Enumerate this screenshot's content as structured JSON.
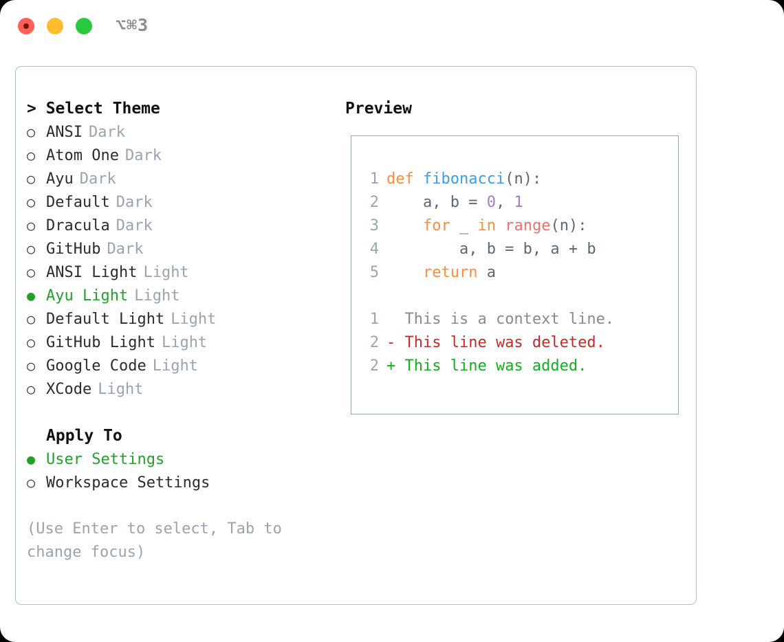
{
  "titlebar": {
    "shortcut": "⌥⌘3",
    "lights": [
      {
        "name": "close",
        "color": "#ff6057"
      },
      {
        "name": "minimize",
        "color": "#ffbd2e"
      },
      {
        "name": "maximize",
        "color": "#28c840"
      }
    ]
  },
  "theme_picker": {
    "header": "> Select Theme",
    "options": [
      {
        "bullet": "○",
        "label": "ANSI",
        "variant": "Dark",
        "selected": false
      },
      {
        "bullet": "○",
        "label": "Atom One",
        "variant": "Dark",
        "selected": false
      },
      {
        "bullet": "○",
        "label": "Ayu",
        "variant": "Dark",
        "selected": false
      },
      {
        "bullet": "○",
        "label": "Default",
        "variant": "Dark",
        "selected": false
      },
      {
        "bullet": "○",
        "label": "Dracula",
        "variant": "Dark",
        "selected": false
      },
      {
        "bullet": "○",
        "label": "GitHub",
        "variant": "Dark",
        "selected": false
      },
      {
        "bullet": "○",
        "label": "ANSI Light",
        "variant": "Light",
        "selected": false
      },
      {
        "bullet": "●",
        "label": "Ayu Light",
        "variant": "Light",
        "selected": true
      },
      {
        "bullet": "○",
        "label": "Default Light",
        "variant": "Light",
        "selected": false
      },
      {
        "bullet": "○",
        "label": "GitHub Light",
        "variant": "Light",
        "selected": false
      },
      {
        "bullet": "○",
        "label": "Google Code",
        "variant": "Light",
        "selected": false
      },
      {
        "bullet": "○",
        "label": "XCode",
        "variant": "Light",
        "selected": false
      }
    ]
  },
  "apply_to": {
    "header": "Apply To",
    "options": [
      {
        "bullet": "●",
        "label": "User Settings",
        "selected": true
      },
      {
        "bullet": "○",
        "label": "Workspace Settings",
        "selected": false
      }
    ]
  },
  "hint": "(Use Enter to select, Tab to change focus)",
  "preview": {
    "title": "Preview",
    "code_lines": [
      {
        "no": "1",
        "tokens": [
          {
            "t": "def ",
            "c": "tok-kw"
          },
          {
            "t": "fibonacci",
            "c": "tok-fn"
          },
          {
            "t": "(n):",
            "c": "tok-plain"
          }
        ]
      },
      {
        "no": "2",
        "tokens": [
          {
            "t": "    a, b = ",
            "c": "tok-plain"
          },
          {
            "t": "0",
            "c": "tok-num"
          },
          {
            "t": ", ",
            "c": "tok-plain"
          },
          {
            "t": "1",
            "c": "tok-num"
          }
        ]
      },
      {
        "no": "3",
        "tokens": [
          {
            "t": "    ",
            "c": "tok-plain"
          },
          {
            "t": "for",
            "c": "tok-kw"
          },
          {
            "t": " _ ",
            "c": "tok-plain"
          },
          {
            "t": "in",
            "c": "tok-kw"
          },
          {
            "t": " ",
            "c": "tok-plain"
          },
          {
            "t": "range",
            "c": "tok-call"
          },
          {
            "t": "(n):",
            "c": "tok-plain"
          }
        ]
      },
      {
        "no": "4",
        "tokens": [
          {
            "t": "        a, b = b, a + b",
            "c": "tok-plain"
          }
        ]
      },
      {
        "no": "5",
        "tokens": [
          {
            "t": "    ",
            "c": "tok-plain"
          },
          {
            "t": "return",
            "c": "tok-kw"
          },
          {
            "t": " a",
            "c": "tok-plain"
          }
        ]
      }
    ],
    "diff_lines": [
      {
        "no": "1",
        "marker": " ",
        "text": " This is a context line.",
        "kind": "diff-ctx"
      },
      {
        "no": "2",
        "marker": "-",
        "text": " This line was deleted.",
        "kind": "diff-del"
      },
      {
        "no": "2",
        "marker": "+",
        "text": " This line was added.",
        "kind": "diff-add"
      }
    ]
  },
  "colors": {
    "accent_green": "#22a02a",
    "muted": "#9aa3b0",
    "border": "#b3bdc9",
    "panel_border": "#98a4b2",
    "keyword": "#fa8d3e",
    "function": "#399ee6",
    "number": "#a37acc",
    "builtin": "#f07171",
    "diff_added": "#13ad21",
    "diff_deleted": "#c22b26"
  }
}
